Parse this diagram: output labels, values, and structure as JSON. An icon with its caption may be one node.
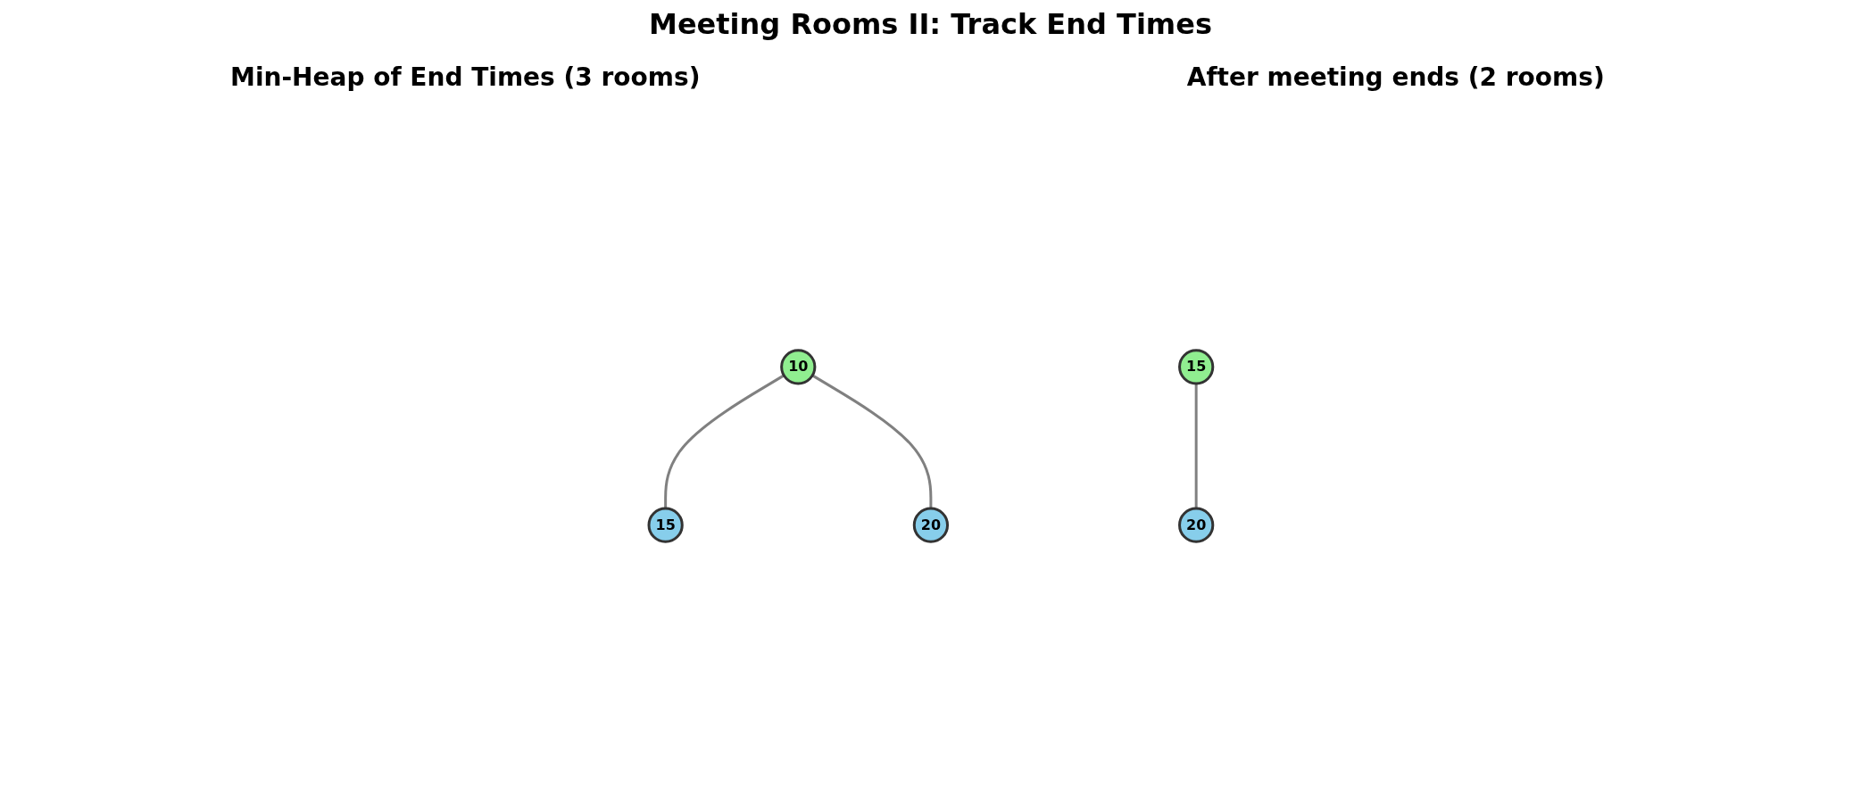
{
  "diagram": {
    "title": "Meeting Rooms II: Track End Times",
    "nodes": [
      {
        "text": [
          "10"
        ]
      },
      {
        "text": [
          "15"
        ]
      },
      {
        "text": [
          "20"
        ]
      },
      {
        "text": [
          "15"
        ]
      },
      {
        "text": [
          "20"
        ]
      }
    ],
    "edges": [
      {
        "from": 0,
        "to": 1,
        "arrow": "none"
      },
      {
        "from": 0,
        "to": 2,
        "arrow": "none"
      },
      {
        "from": 3,
        "to": 4,
        "arrow": "none"
      }
    ],
    "labels": [
      "Min-Heap of End Times (3 rooms)",
      "After meeting ends (2 rooms)"
    ]
  }
}
